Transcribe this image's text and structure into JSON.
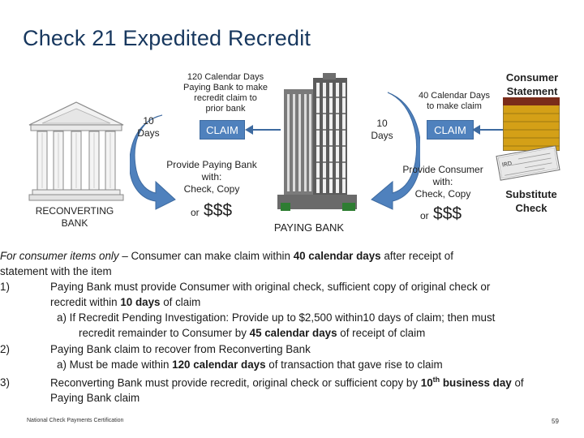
{
  "title": "Check 21 Expedited Recredit",
  "diagram": {
    "reconverting_bank_label": [
      "RECONVERTING",
      "BANK"
    ],
    "left_days": [
      "10",
      "Days"
    ],
    "left_note": [
      "120 Calendar Days",
      "Paying Bank to make",
      "recredit claim to",
      "prior bank"
    ],
    "left_claim": "CLAIM",
    "left_provide": [
      "Provide Paying Bank",
      "with:",
      "Check, Copy"
    ],
    "left_or": "or",
    "left_dollars": "$$$",
    "paying_bank_label": "PAYING BANK",
    "right_days": [
      "10",
      "Days"
    ],
    "right_note": [
      "40 Calendar Days",
      "to make claim"
    ],
    "right_claim": "CLAIM",
    "right_provide": [
      "Provide Consumer",
      "with:",
      "Check, Copy"
    ],
    "right_or": "or",
    "right_dollars": "$$$",
    "consumer_statement_label": [
      "Consumer",
      "Statement"
    ],
    "substitute_check_label": [
      "Substitute",
      "Check"
    ]
  },
  "body": {
    "intro_l1_italic": "For consumer items only",
    "intro_l1_rest": " – Consumer can make claim within ",
    "intro_l1_bold": "40 calendar days",
    "intro_l1_end": " after receipt of",
    "intro_l2": "statement with the item",
    "item1_num": "1)",
    "item1_l1": "Paying Bank must provide Consumer with original check, sufficient copy of original check or",
    "item1_l2_pre": "recredit within ",
    "item1_l2_bold": "10 days",
    "item1_l2_post": " of claim",
    "item1a_l1": "a)  If Recredit Pending Investigation: Provide up to $2,500 within10 days of claim; then must",
    "item1a_l2_pre": "recredit remainder to Consumer by ",
    "item1a_l2_bold": "45 calendar days",
    "item1a_l2_post": " of receipt of claim",
    "item2_num": "2)",
    "item2_l1": "Paying Bank claim to recover from Reconverting Bank",
    "item2a_pre": "a)  Must be made within ",
    "item2a_bold": "120 calendar days",
    "item2a_post": " of transaction that gave rise to claim",
    "item3_num": "3)",
    "item3_l1_pre": "Reconverting Bank must provide recredit, original check or sufficient copy by ",
    "item3_l1_bold": "10",
    "item3_l1_sup": "th",
    "item3_l1_bold2": " business day",
    "item3_l1_post": " of",
    "item3_l2": "Paying Bank claim"
  },
  "footer": "National Check Payments Certification",
  "page_number": "59",
  "colors": {
    "title": "#17375e",
    "claim_box": "#4f81bd",
    "arrow": "#4f81bd",
    "statement": "#d4a017"
  }
}
